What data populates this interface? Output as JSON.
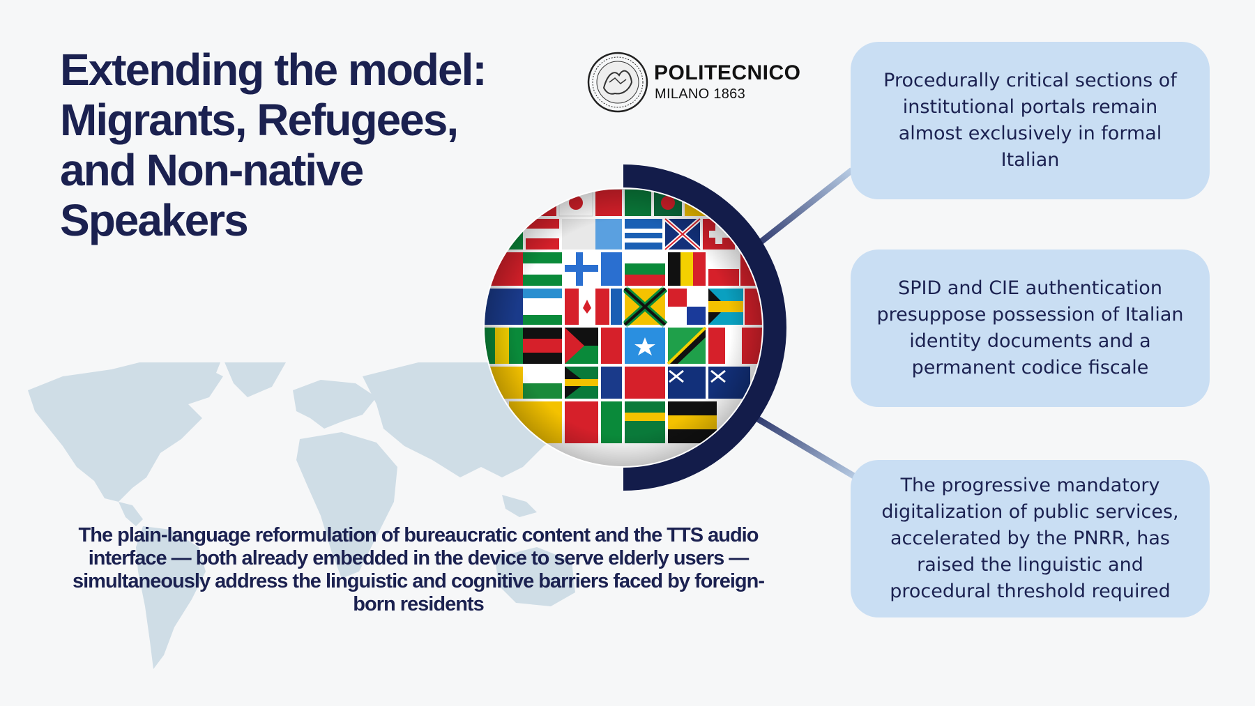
{
  "slide": {
    "title": "Extending the model: Migrants, Refugees, and Non-native Speakers",
    "logo": {
      "name": "POLITECNICO",
      "subtitle": "MILANO 1863"
    },
    "boxes": [
      {
        "text": "Procedurally critical sections of institutional portals remain almost exclusively in formal Italian"
      },
      {
        "text": "SPID and CIE authentication presuppose possession of Italian identity documents and a permanent codice fiscale"
      },
      {
        "text": "The progressive mandatory digitalization of public services, accelerated by the PNRR, has raised the linguistic and procedural threshold required"
      }
    ],
    "summary": "The plain-language reformulation of bureaucratic content and the TTS audio interface — both already embedded in the device to serve elderly users — simultaneously address the linguistic and cognitive barriers faced by foreign-born residents"
  },
  "colors": {
    "navy": "#1b2150",
    "box_fill": "#c9def3",
    "map": "#cfdde6",
    "background": "#f6f7f8"
  },
  "icons": [
    "world-map-illustration",
    "flag-globe-illustration",
    "university-seal-icon"
  ]
}
